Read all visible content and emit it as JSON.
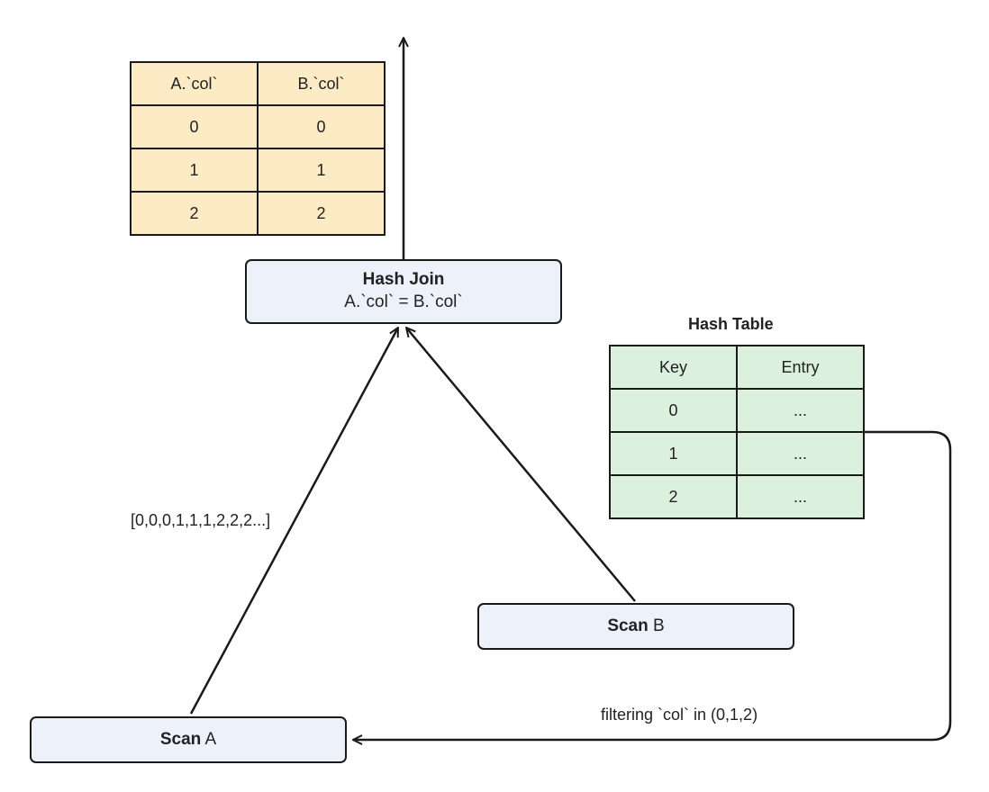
{
  "result_table": {
    "headers": [
      "A.`col`",
      "B.`col`"
    ],
    "rows": [
      [
        "0",
        "0"
      ],
      [
        "1",
        "1"
      ],
      [
        "2",
        "2"
      ]
    ]
  },
  "hash_join": {
    "title": "Hash Join",
    "condition": "A.`col` = B.`col`"
  },
  "hash_table": {
    "title": "Hash Table",
    "headers": [
      "Key",
      "Entry"
    ],
    "rows": [
      [
        "0",
        "..."
      ],
      [
        "1",
        "..."
      ],
      [
        "2",
        "..."
      ]
    ]
  },
  "scan_a": {
    "bold": "Scan",
    "rest": " A"
  },
  "scan_b": {
    "bold": "Scan",
    "rest": " B"
  },
  "labels": {
    "stream_values": "[0,0,0,1,1,1,2,2,2...]",
    "filter": "filtering `col` in (0,1,2)"
  },
  "colors": {
    "result_table_fill": "#fcebc5",
    "hash_table_fill": "#dcf0de",
    "node_fill": "#edf1fa",
    "stroke": "#1a1a1a"
  }
}
